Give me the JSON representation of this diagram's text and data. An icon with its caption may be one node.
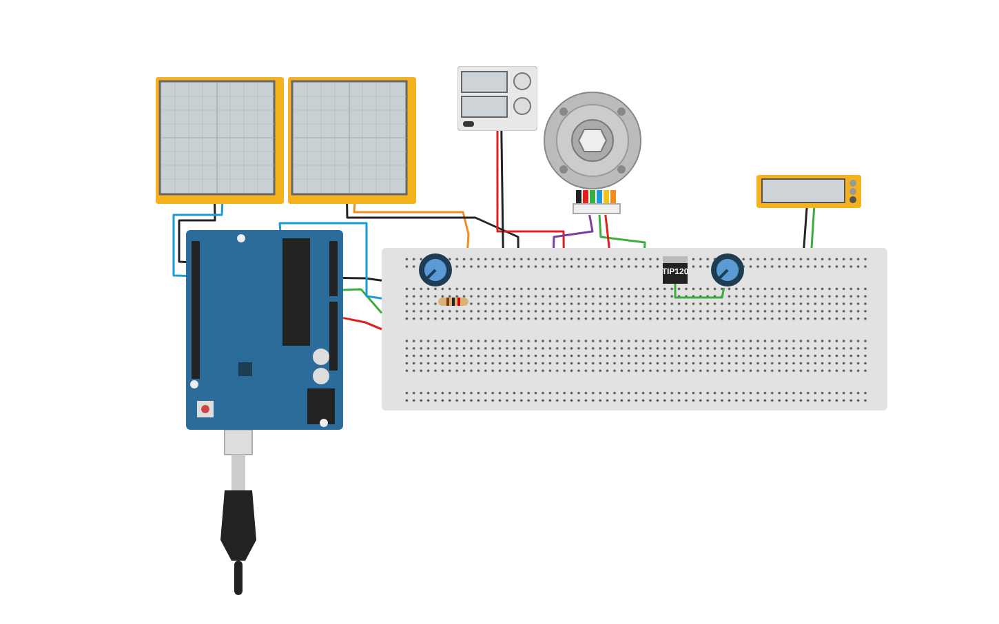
{
  "diagram": {
    "nodes": [
      {
        "text": [],
        "shape": "picture"
      },
      {
        "text": [],
        "shape": "picture"
      },
      {
        "text": [],
        "shape": "picture"
      },
      {
        "text": [],
        "shape": "picture"
      },
      {
        "text": [],
        "shape": "picture"
      },
      {
        "text": [],
        "shape": "picture"
      },
      {
        "text": [],
        "shape": "picture"
      },
      {
        "text": [],
        "shape": "picture",
        "in": 6
      },
      {
        "text": [],
        "shape": "picture",
        "in": 6
      },
      {
        "text": [
          "TIP120"
        ],
        "in": 6
      },
      {
        "text": [],
        "shape": "picture",
        "in": 6
      },
      {
        "text": [],
        "shape": "picture"
      }
    ],
    "edges": [
      {
        "from": 0,
        "to": 5,
        "arrow": "none",
        "color": "#222222"
      },
      {
        "from": 0,
        "to": 5,
        "arrow": "none",
        "color": "#1a9bd7"
      },
      {
        "from": 1,
        "to": 6,
        "arrow": "none",
        "color": "#f28c1c"
      },
      {
        "from": 1,
        "to": 6,
        "arrow": "none",
        "color": "#222222"
      },
      {
        "from": 2,
        "to": 6,
        "arrow": "none",
        "color": "#e0201c"
      },
      {
        "from": 2,
        "to": 6,
        "arrow": "none",
        "color": "#222222"
      },
      {
        "from": 3,
        "to": 6,
        "arrow": "none",
        "color": "#7b3fa0"
      },
      {
        "from": 3,
        "to": 6,
        "arrow": "none",
        "color": "#3aae3a"
      },
      {
        "from": 3,
        "to": 6,
        "arrow": "none",
        "color": "#e0201c"
      },
      {
        "from": 4,
        "to": 6,
        "arrow": "none",
        "color": "#3aae3a"
      },
      {
        "from": 4,
        "to": 6,
        "arrow": "none",
        "color": "#222222"
      },
      {
        "from": 5,
        "to": 6,
        "arrow": "none",
        "color": "#3aae3a"
      },
      {
        "from": 5,
        "to": 6,
        "arrow": "none",
        "color": "#e0201c"
      },
      {
        "from": 5,
        "to": 6,
        "arrow": "none",
        "color": "#222222"
      },
      {
        "from": 5,
        "to": 6,
        "arrow": "none",
        "color": "#1a9bd7"
      },
      {
        "from": 9,
        "to": 10,
        "arrow": "none",
        "color": "#3aae3a"
      }
    ]
  }
}
